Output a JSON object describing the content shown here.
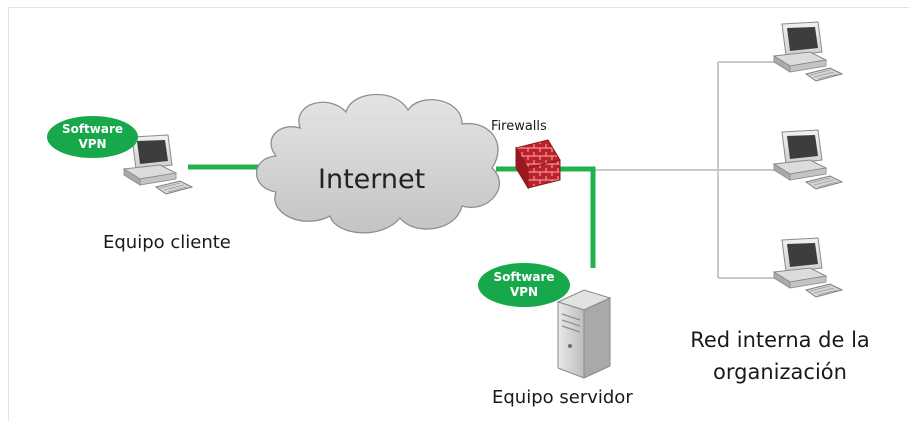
{
  "nodes": {
    "internet": "Internet",
    "firewall": "Firewalls",
    "client": "Equipo cliente",
    "server": "Equipo servidor",
    "internal_network_line1": "Red interna de la",
    "internal_network_line2": "organización",
    "vpn_client_line1": "Software",
    "vpn_client_line2": "VPN",
    "vpn_server_line1": "Software",
    "vpn_server_line2": "VPN"
  },
  "colors": {
    "vpn_green": "#17a84b",
    "tunnel_line": "#22b24c",
    "lan_line": "#c9c9c9",
    "cloud_fill": "#d2d2d2",
    "firewall_red": "#c0202a"
  },
  "icons": [
    "desktop-computer-icon",
    "cloud-icon",
    "firewall-icon",
    "server-tower-icon"
  ]
}
